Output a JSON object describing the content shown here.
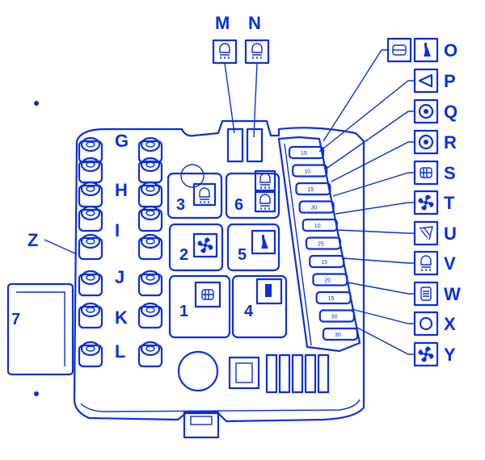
{
  "top_labels": {
    "M": "M",
    "N": "N"
  },
  "right_legend": [
    {
      "letter": "O",
      "icons": [
        "rear-wiper-icon",
        "horn-icon"
      ]
    },
    {
      "letter": "P",
      "icons": [
        "hazard-warning-icon"
      ]
    },
    {
      "letter": "Q",
      "icons": [
        "turn-signal-icon"
      ]
    },
    {
      "letter": "R",
      "icons": [
        "turn-signal-icon"
      ]
    },
    {
      "letter": "S",
      "icons": [
        "rear-defrost-icon"
      ]
    },
    {
      "letter": "T",
      "icons": [
        "fan-icon"
      ]
    },
    {
      "letter": "U",
      "icons": [
        "windshield-wiper-icon"
      ]
    },
    {
      "letter": "V",
      "icons": [
        "headlight-icon"
      ]
    },
    {
      "letter": "W",
      "icons": [
        "interior-light-icon"
      ]
    },
    {
      "letter": "X",
      "icons": [
        "light-bulb-icon"
      ]
    },
    {
      "letter": "Y",
      "icons": [
        "fan-icon"
      ]
    }
  ],
  "fuse_ratings": [
    "15",
    "10",
    "15",
    "30",
    "10",
    "25",
    "15",
    "20",
    "15",
    "30",
    "30"
  ],
  "left_labels": [
    "G",
    "H",
    "I",
    "J",
    "K",
    "L"
  ],
  "side_labels": {
    "Z": "Z",
    "relay_7": "7"
  },
  "relays": [
    {
      "number": "1",
      "icon": "rear-defrost-icon"
    },
    {
      "number": "2",
      "icon": "fan-icon"
    },
    {
      "number": "3",
      "icon": "headlight-icon"
    },
    {
      "number": "4",
      "icon": "wiper-motor-icon"
    },
    {
      "number": "5",
      "icon": "horn-icon"
    },
    {
      "number": "6",
      "icon": "headlight-icon"
    }
  ],
  "colors": {
    "ink": "#0a2fe0",
    "background": "#ffffff"
  }
}
